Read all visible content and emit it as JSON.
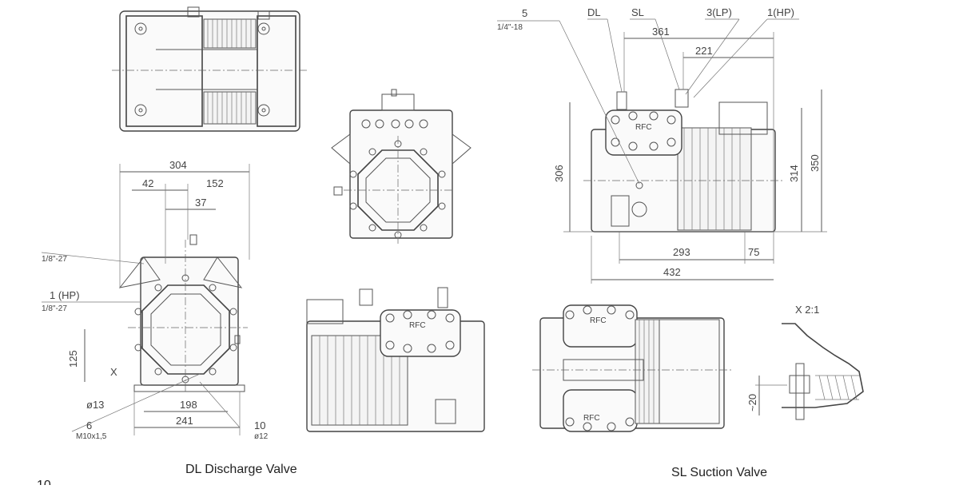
{
  "captions": {
    "dl": "DL Discharge Valve",
    "sl": "SL Suction Valve",
    "page_number": "10"
  },
  "front_view": {
    "dims": {
      "d304": "304",
      "d42": "42",
      "d152": "152",
      "d37": "37",
      "d125": "125",
      "d198": "198",
      "d241": "241"
    },
    "labels": {
      "port_top": "1/8\"-27",
      "hp": "1 (HP)",
      "hp_thread": "1/8\"-27",
      "x_mark": "X",
      "phi13": "ø13",
      "six": "6",
      "m10": "M10x1,5",
      "ten": "10",
      "phi12": "ø12"
    }
  },
  "side_view": {
    "dims": {
      "d361": "361",
      "d221": "221",
      "d306": "306",
      "d314": "314",
      "d350": "350",
      "d293": "293",
      "d75": "75",
      "d432": "432"
    },
    "labels": {
      "five": "5",
      "thread": "1/4\"-18",
      "dl": "DL",
      "sl": "SL",
      "lp": "3(LP)",
      "hp": "1(HP)",
      "rfc": "RFC"
    }
  },
  "views": {
    "rfc_middle": "RFC",
    "rfc_bottom_top": "RFC",
    "rfc_bottom_low": "RFC"
  },
  "detail": {
    "title": "X 2:1",
    "d20": "~20"
  }
}
